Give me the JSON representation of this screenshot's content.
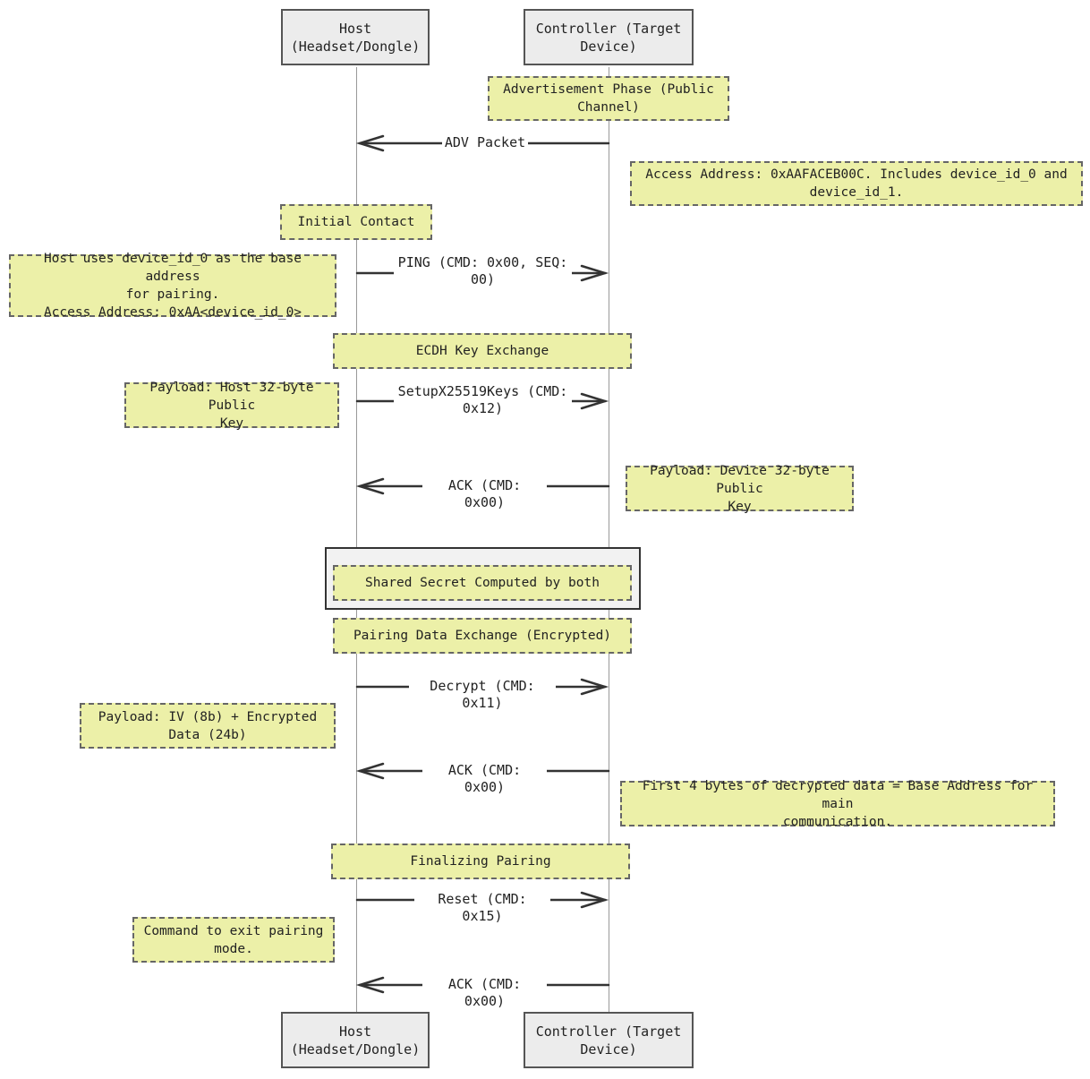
{
  "participants": {
    "host": "Host\n(Headset/Dongle)",
    "controller": "Controller (Target\nDevice)"
  },
  "notes": {
    "adv_phase": "Advertisement Phase (Public\nChannel)",
    "access_address": "Access Address: 0xAAFACEB00C. Includes device_id_0 and\ndevice_id_1.",
    "initial_contact": "Initial Contact",
    "host_uses": "Host uses device_id_0 as the base address\nfor pairing.\nAccess Address: 0xAA<device_id_0>",
    "ecdh": "ECDH Key Exchange",
    "host_payload": "Payload: Host 32-byte Public\nKey",
    "device_payload": "Payload: Device 32-byte Public\nKey",
    "shared_secret": "Shared Secret Computed by both",
    "pairing_data": "Pairing Data Exchange (Encrypted)",
    "iv_payload": "Payload: IV (8b) + Encrypted\nData (24b)",
    "first_bytes": "First 4 bytes of decrypted data = Base Address for main\ncommunication.",
    "finalizing": "Finalizing Pairing",
    "exit_pairing": "Command to exit pairing\nmode."
  },
  "messages": {
    "adv": "ADV Packet",
    "ping": "PING (CMD: 0x00, SEQ:\n00)",
    "setup": "SetupX25519Keys (CMD:\n0x12)",
    "ack1": "ACK (CMD: 0x00)",
    "decrypt": "Decrypt (CMD: 0x11)",
    "ack2": "ACK (CMD: 0x00)",
    "reset": "Reset (CMD: 0x15)",
    "ack3": "ACK (CMD: 0x00)"
  }
}
